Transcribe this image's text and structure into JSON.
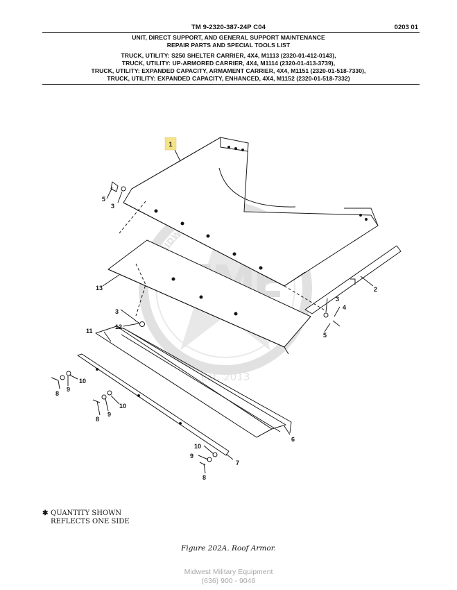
{
  "header": {
    "tm_number": "TM 9-2320-387-24P  C04",
    "section_number": "0203 01",
    "title_lines": [
      "UNIT, DIRECT SUPPORT, AND GENERAL SUPPORT MAINTENANCE",
      "REPAIR PARTS AND SPECIAL TOOLS LIST"
    ],
    "vehicle_lines": [
      "TRUCK, UTILITY: S250 SHELTER CARRIER, 4X4, M1113 (2320-01-412-0143),",
      "TRUCK, UTILITY: UP-ARMORED CARRIER, 4X4, M1114 (2320-01-413-3739),",
      "TRUCK, UTILITY: EXPANDED CAPACITY, ARMAMENT CARRIER, 4X4, M1151 (2320-01-518-7330),",
      "TRUCK, UTILITY: EXPANDED CAPACITY, ENHANCED, 4X4, M1152 (2320-01-518-7332)"
    ]
  },
  "illustration": {
    "callouts": {
      "c1": "1",
      "c2": "2",
      "c3a": "3",
      "c3b": "3",
      "c3c": "3",
      "c4": "4",
      "c5a": "5",
      "c5b": "5",
      "c6": "6",
      "c7": "7",
      "c8a": "8",
      "c8b": "8",
      "c8c": "8",
      "c9a": "9",
      "c9b": "9",
      "c9c": "9",
      "c10a": "10",
      "c10b": "10",
      "c10c": "10",
      "c11": "11",
      "c12": "12",
      "c13": "13"
    },
    "highlight_color": "#f5e38a",
    "watermark": {
      "brand": "MIDWEST MILITARY EQUIPMENT",
      "monogram": "MME",
      "est": "Est. 2013"
    }
  },
  "note": {
    "symbol": "✱",
    "line1": "QUANTITY SHOWN",
    "line2": "REFLECTS ONE SIDE"
  },
  "figure_caption": "Figure 202A.  Roof Armor.",
  "footer": {
    "company": "Midwest Military Equipment",
    "phone": "(636) 900 - 9046"
  }
}
